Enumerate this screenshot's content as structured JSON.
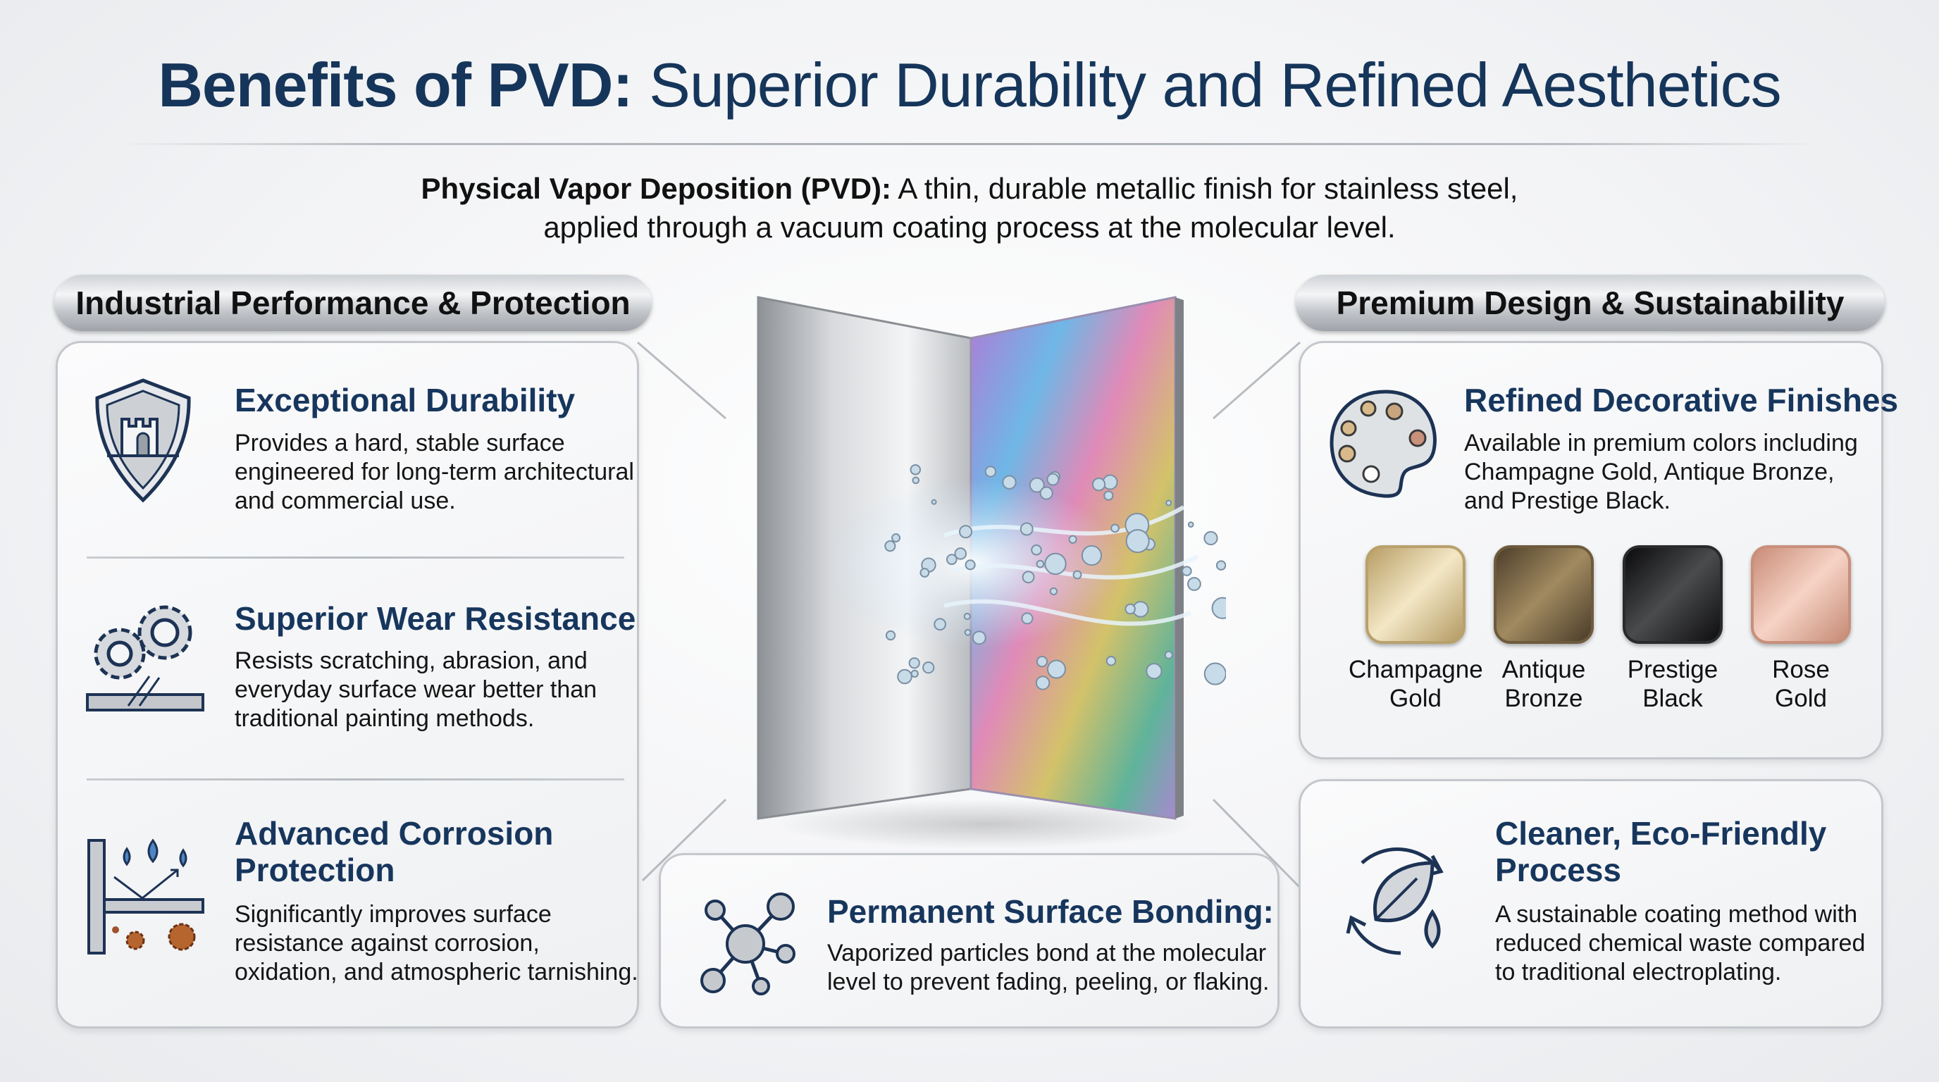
{
  "title": {
    "bold": "Benefits of PVD:",
    "rest": " Superior Durability and Refined Aesthetics"
  },
  "subtitle": {
    "term": "Physical Vapor Deposition (PVD):",
    "line1": " A thin, durable metallic finish for stainless steel,",
    "line2": "applied through a vacuum coating process at the molecular level."
  },
  "left": {
    "header": "Industrial Performance & Protection",
    "items": [
      {
        "title": "Exceptional Durability",
        "lines": [
          "Provides a hard, stable surface",
          "engineered for long-term architectural",
          "and commercial use."
        ],
        "icon": "shield-castle-icon"
      },
      {
        "title": "Superior Wear Resistance",
        "lines": [
          "Resists scratching, abrasion, and",
          "everyday surface wear better than",
          "traditional painting methods."
        ],
        "icon": "gears-scratch-icon"
      },
      {
        "title_lines": [
          "Advanced Corrosion",
          "Protection"
        ],
        "lines": [
          "Significantly improves surface",
          "resistance against corrosion,",
          "oxidation, and atmospheric tarnishing."
        ],
        "icon": "corrosion-shield-icon"
      }
    ]
  },
  "center": {
    "title": "Permanent Surface Bonding:",
    "lines": [
      "Vaporized particles bond at the molecular",
      "level to prevent fading, peeling, or flaking."
    ],
    "icon": "molecule-icon"
  },
  "right": {
    "header": "Premium Design & Sustainability",
    "finishes": {
      "title": "Refined Decorative Finishes",
      "lines": [
        "Available in premium colors including",
        "Champagne Gold, Antique Bronze,",
        "and Prestige Black."
      ],
      "icon": "palette-icon",
      "swatches": [
        {
          "l1": "Champagne",
          "l2": "Gold",
          "color": "#d9c79a"
        },
        {
          "l1": "Antique",
          "l2": "Bronze",
          "color": "#7a6648"
        },
        {
          "l1": "Prestige",
          "l2": "Black",
          "color": "#1c1c1e"
        },
        {
          "l1": "Rose",
          "l2": "Gold",
          "color": "#dfaa96"
        }
      ]
    },
    "eco": {
      "title_lines": [
        "Cleaner, Eco-Friendly",
        "Process"
      ],
      "lines": [
        "A sustainable coating method with",
        "reduced chemical waste compared",
        "to traditional electroplating."
      ],
      "icon": "eco-leaf-cycle-icon"
    }
  },
  "colors": {
    "navy": "#17365d",
    "bg": "#f2f3f5"
  }
}
